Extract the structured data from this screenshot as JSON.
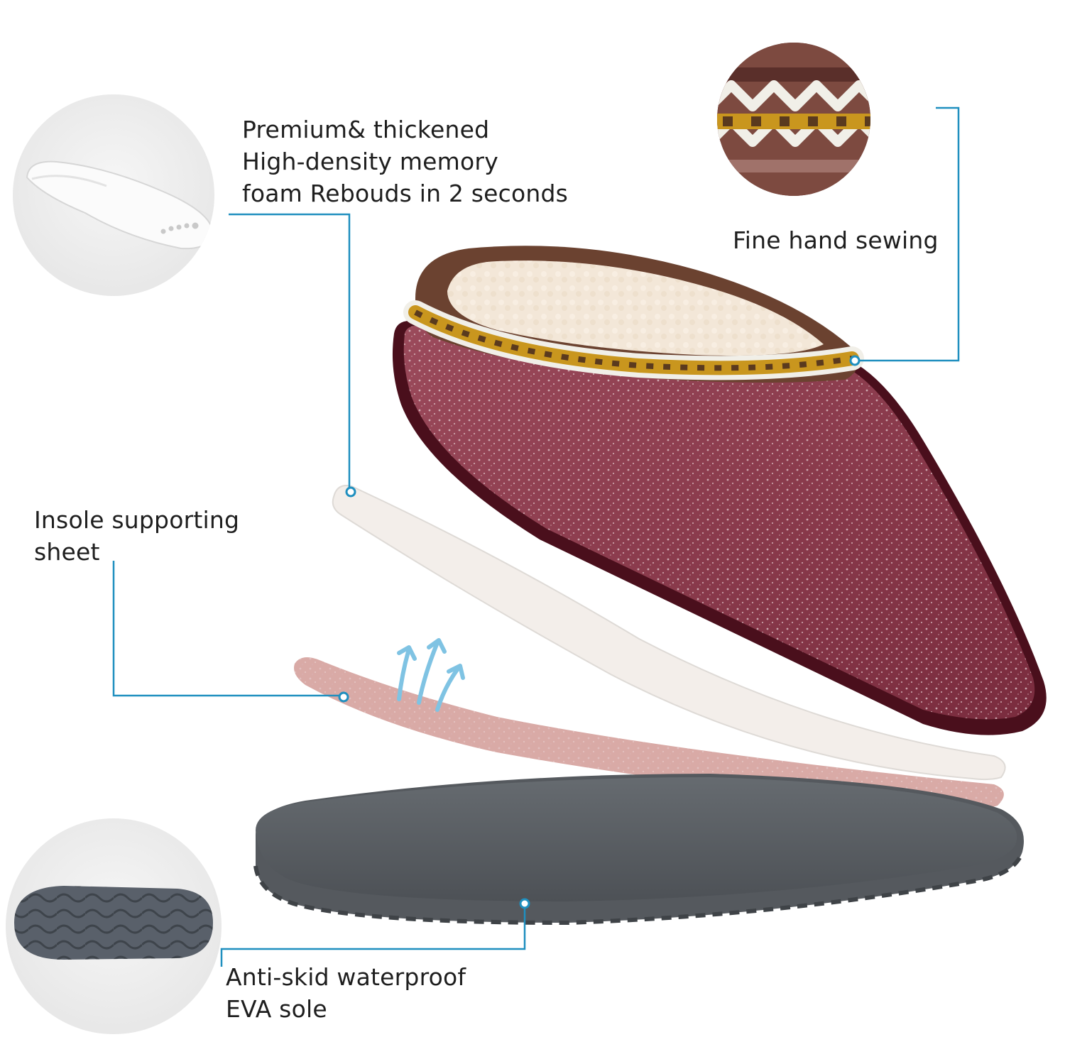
{
  "callouts": {
    "memory_foam": {
      "lines": [
        "Premium& thickened",
        "High-density memory",
        "foam Rebouds in 2 seconds"
      ],
      "icon": "memory-foam-insole"
    },
    "hand_sewing": {
      "lines": [
        "Fine hand sewing"
      ],
      "icon": "stitching-closeup"
    },
    "insole_sheet": {
      "lines": [
        "Insole supporting",
        "sheet"
      ],
      "icon": "breathable-arrows"
    },
    "eva_sole": {
      "lines": [
        "Anti-skid waterproof",
        "EVA sole"
      ],
      "icon": "sole-tread-pattern"
    }
  },
  "colors": {
    "leader_line": "#1f8fbf",
    "slipper_felt": "#8c3a4c",
    "slipper_rim": "#4a0f1c",
    "fleece": "#f3e7d8",
    "stitch_gold": "#c9961e",
    "stitch_brown": "#5a3a1e",
    "foam_insole": "#f3eeea",
    "support_sheet": "#d9aaa6",
    "eva_sole": "#5b6065",
    "circle_bg": "#ececec"
  }
}
